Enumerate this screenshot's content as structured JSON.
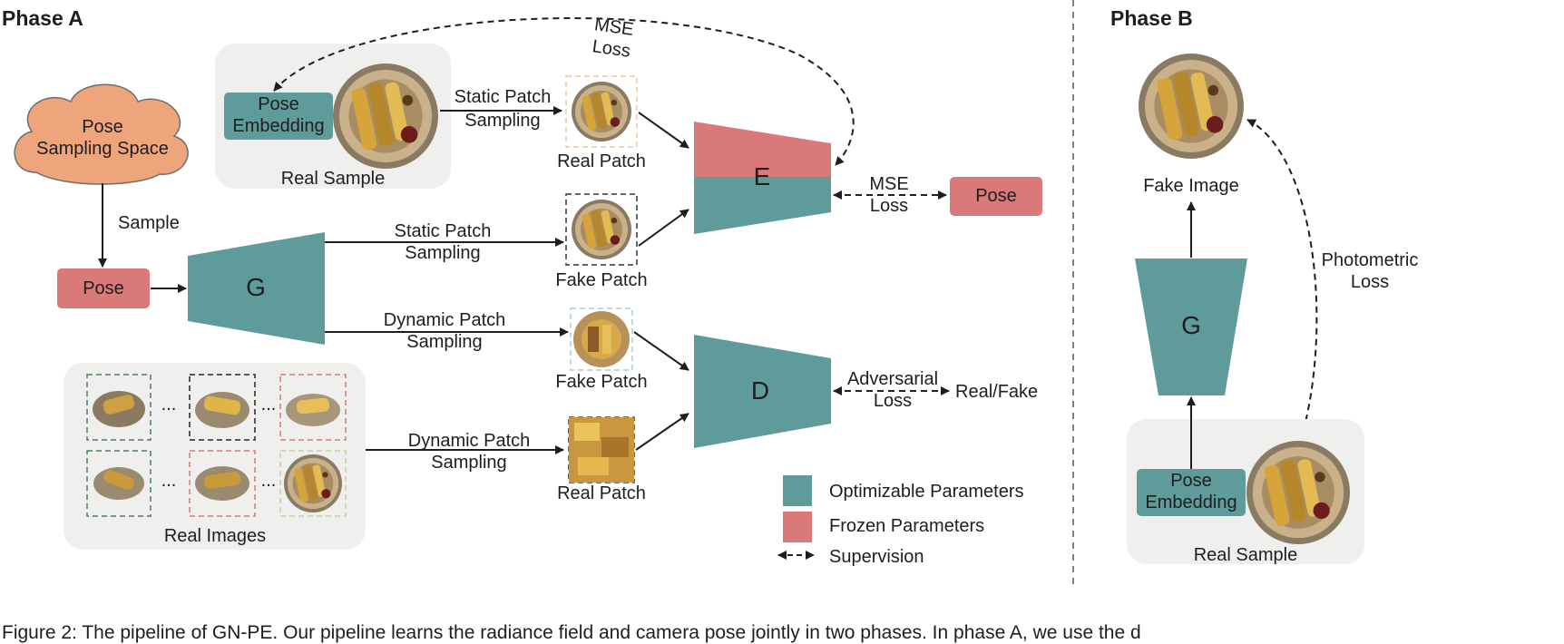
{
  "phase_a": {
    "title": "Phase A",
    "pose_space": "Pose Sampling Space",
    "sample": "Sample",
    "pose": "Pose",
    "generator": "G",
    "pose_embedding": "Pose Embedding",
    "real_sample": "Real Sample",
    "mse_loss_top": "MSE Loss",
    "static_patch_sampling": "Static Patch Sampling",
    "dynamic_patch_sampling": "Dynamic Patch Sampling",
    "real_patch": "Real Patch",
    "fake_patch": "Fake Patch",
    "encoder": "E",
    "discriminator": "D",
    "mse_loss": "MSE Loss",
    "pose_target": "Pose",
    "adversarial_loss": "Adversarial Loss",
    "real_fake": "Real/Fake",
    "real_images": "Real Images",
    "ellipsis": "..."
  },
  "legend": {
    "optimizable": "Optimizable Parameters",
    "frozen": "Frozen Parameters",
    "supervision": "Supervision"
  },
  "phase_b": {
    "title": "Phase B",
    "fake_image": "Fake Image",
    "photometric_loss": "Photometric Loss",
    "generator": "G",
    "pose_embedding": "Pose Embedding",
    "real_sample": "Real Sample"
  },
  "caption": "Figure 2: The pipeline of GN-PE. Our pipeline learns the radiance field and camera pose jointly in two phases. In phase A, we use the d",
  "colors": {
    "teal": "#5f9b9b",
    "pink": "#d9797a",
    "orange": "#efa57b",
    "panel": "#efefed"
  }
}
